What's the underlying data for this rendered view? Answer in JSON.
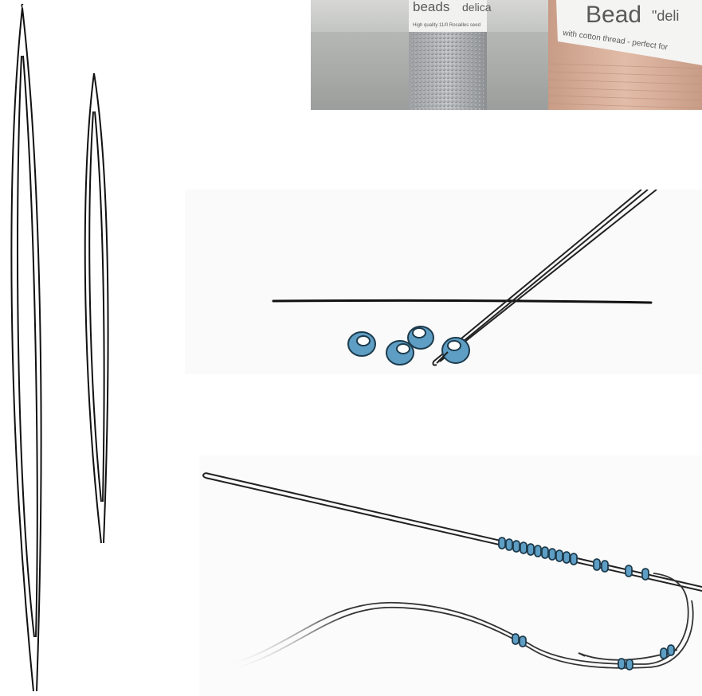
{
  "photo": {
    "left_jar_label": "beads",
    "left_jar_label_2": "delica",
    "left_jar_small": "High quality 11/0 Rocailles seed",
    "right_label_title": "Bead",
    "right_label_quote": "\"deli",
    "right_label_sub": "with cotton thread - perfect for"
  },
  "colors": {
    "bead": "#5e9ec4",
    "bead_dark": "#2f6f95",
    "line": "#111111",
    "photo_bg": "#c9cac8",
    "thread_peach": "#d9b29f"
  },
  "icons": {
    "needle": "twisted-wire-needle-icon",
    "bead": "seed-bead-icon"
  }
}
